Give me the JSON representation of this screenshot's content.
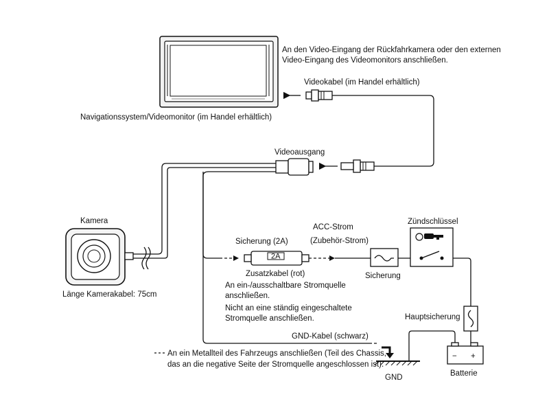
{
  "labels": {
    "monitor_note_line1": "An den Video-Eingang der Rückfahrkamera oder den externen",
    "monitor_note_line2": "Video-Eingang des Videomonitors anschließen.",
    "video_cable": "Videokabel  (im Handel erhältlich)",
    "nav_monitor": "Navigationssystem/Videomonitor (im Handel erhältlich)",
    "video_output": "Videoausgang",
    "camera": "Kamera",
    "camera_cable_length": "Länge Kamerakabel: 75cm",
    "fuse_2a": "Sicherung (2A)",
    "fuse_rating": "2A",
    "acc_power": "ACC-Strom",
    "accessory_power": "(Zubehör-Strom)",
    "ignition_key": "Zündschlüssel",
    "additional_cable": "Zusatzkabel (rot)",
    "fuse": "Sicherung",
    "switched_note_line1": "An ein-/ausschaltbare Stromquelle",
    "switched_note_line2": "anschließen.",
    "switched_note_line3": "Nicht an eine ständig eingeschaltete",
    "switched_note_line4": "Stromquelle anschließen.",
    "main_fuse": "Hauptsicherung",
    "gnd_cable": "GND-Kabel (schwarz)",
    "gnd_note_line1": "An ein Metallteil des Fahrzeugs anschließen (Teil des Chassis,",
    "gnd_note_line2": "das an die negative Seite der Stromquelle angeschlossen ist).",
    "gnd": "GND",
    "battery": "Batterie",
    "battery_minus": "−",
    "battery_plus": "+"
  }
}
